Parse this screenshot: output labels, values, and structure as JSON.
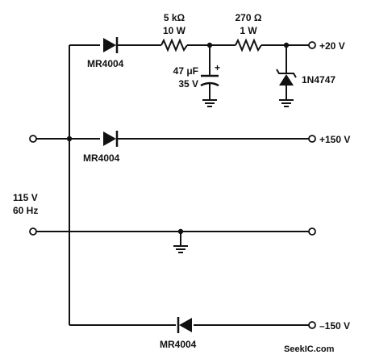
{
  "components": {
    "r1": {
      "value": "5 kΩ",
      "rating": "10 W"
    },
    "r2": {
      "value": "270 Ω",
      "rating": "1 W"
    },
    "c1": {
      "value": "47 μF",
      "rating": "35 V",
      "polarity": "+"
    },
    "d1": {
      "part": "MR4004"
    },
    "d2": {
      "part": "MR4004"
    },
    "d3": {
      "part": "MR4004"
    },
    "zener": {
      "part": "1N4747"
    }
  },
  "outputs": {
    "v1": "+20 V",
    "v2": "+150 V",
    "v3": "–150 V"
  },
  "input": {
    "voltage": "115 V",
    "frequency": "60 Hz"
  },
  "watermark": "SeekIC.com",
  "colors": {
    "line": "#111111",
    "background": "#ffffff"
  }
}
